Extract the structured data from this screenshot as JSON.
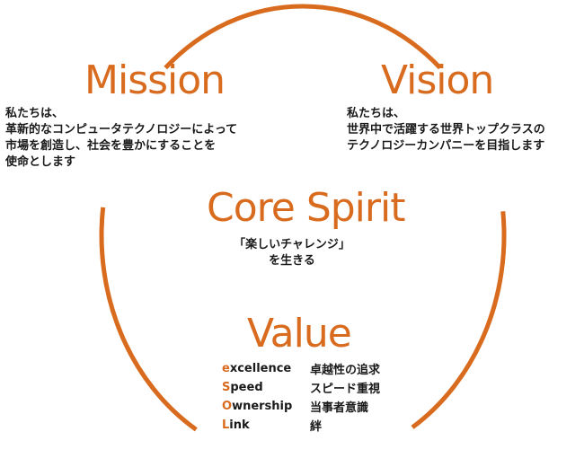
{
  "colors": {
    "accent": "#d86b1e",
    "text": "#1a1a1a"
  },
  "mission": {
    "title": "Mission",
    "lines": [
      "私たちは、",
      "革新的なコンピュータテクノロジーによって",
      "市場を創造し、社会を豊かにすることを",
      "使命とします"
    ]
  },
  "vision": {
    "title": "Vision",
    "lines": [
      "私たちは、",
      "世界中で活躍する世界トップクラスの",
      "テクノロジーカンパニーを目指します"
    ]
  },
  "core_spirit": {
    "title": "Core Spirit",
    "lines": [
      "「楽しいチャレンジ」",
      "を生きる"
    ]
  },
  "value": {
    "title": "Value",
    "items": [
      {
        "initial": "e",
        "rest": "xcellence",
        "jp": "卓越性の追求"
      },
      {
        "initial": "S",
        "rest": "peed",
        "jp": "スピード重視"
      },
      {
        "initial": "O",
        "rest": "wnership",
        "jp": "当事者意識"
      },
      {
        "initial": "L",
        "rest": "ink",
        "jp": "絆"
      }
    ]
  }
}
